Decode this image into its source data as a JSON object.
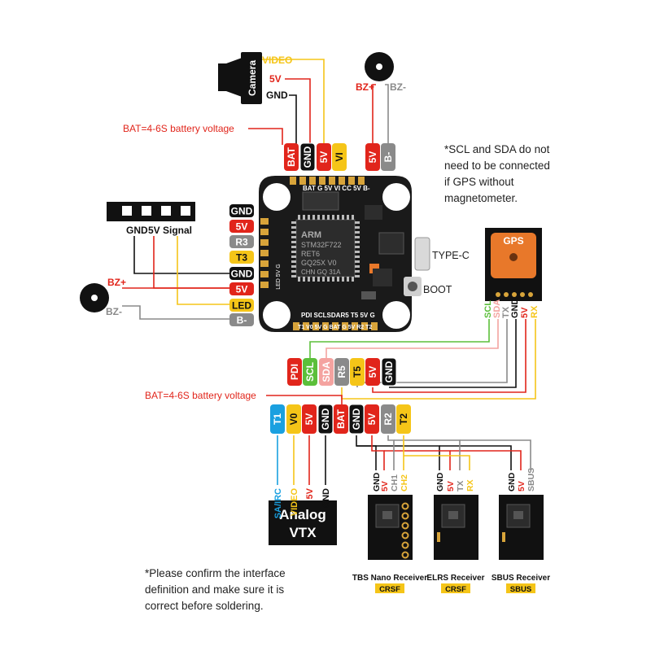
{
  "colors": {
    "red": "#e1251b",
    "black": "#111111",
    "yellow": "#f5c518",
    "gray": "#8a8a8a",
    "green": "#5bbf3a",
    "pink": "#f4a3a0",
    "blue": "#1aa0e0",
    "orange": "#e8782a",
    "board": "#1a1a1a"
  },
  "camera": {
    "label": "Camera",
    "wires": [
      "VIDEO",
      "5V",
      "GND"
    ]
  },
  "buzzer_top": {
    "pos": "BZ+",
    "neg": "BZ-"
  },
  "top_bat_note": "BAT=4-6S battery voltage",
  "top_pads": [
    "BAT",
    "GND",
    "5V",
    "VI"
  ],
  "buzzer_top_pads": [
    "5V",
    "B-"
  ],
  "gps_note": [
    "*SCL and SDA do not",
    "need to be connected",
    "if GPS without",
    "magnetometer."
  ],
  "board": {
    "top_silk": "BAT G  5V VI  CC 5V B-",
    "chip_lines": [
      "ARM",
      "STM32F722",
      "RET6",
      "GQ25X V0",
      "CHN GQ 31A"
    ],
    "bottom_silk": "PDI SCLSDAR5 T5 5V G",
    "bottom_silk2": "T1 V0 5V G  BAT G  5V R2 T2",
    "side_silk": "LED 5V G",
    "type_c": "TYPE-C",
    "boot": "BOOT"
  },
  "led_strip": {
    "labels": [
      "GND",
      "5V",
      "Signal"
    ]
  },
  "left_pads": [
    "GND",
    "5V",
    "R3",
    "T3",
    "GND",
    "5V",
    "LED",
    "B-"
  ],
  "buzzer_left": {
    "pos": "BZ+",
    "neg": "BZ-"
  },
  "gps": {
    "label": "GPS",
    "wires": [
      "SCL",
      "SDA",
      "TX",
      "GND",
      "5V",
      "RX"
    ]
  },
  "bottom_row1": [
    "PDI",
    "SCL",
    "SDA",
    "R5",
    "T5",
    "5V",
    "GND"
  ],
  "bottom_bat_note": "BAT=4-6S battery voltage",
  "bottom_row2": [
    "T1",
    "V0",
    "5V",
    "GND",
    "BAT",
    "GND",
    "5V",
    "R2",
    "T2"
  ],
  "vtx": {
    "wires": [
      "SA/IRC",
      "VIDEO",
      "5V",
      "GND"
    ],
    "title_line1": "Analog",
    "title_line2": "VTX"
  },
  "receivers": [
    {
      "wires": [
        "GND",
        "5V",
        "CH1",
        "CH2"
      ],
      "name": "TBS Nano Receiver",
      "protocol": "CRSF"
    },
    {
      "wires": [
        "GND",
        "5V",
        "TX",
        "RX"
      ],
      "name": "ELRS Receiver",
      "protocol": "CRSF"
    },
    {
      "wires": [
        "GND",
        "5V",
        "SBUS"
      ],
      "name": "SBUS Receiver",
      "protocol": "SBUS"
    }
  ],
  "footer_note": [
    "*Please confirm the interface",
    "definition and make sure it is",
    "correct before soldering."
  ]
}
